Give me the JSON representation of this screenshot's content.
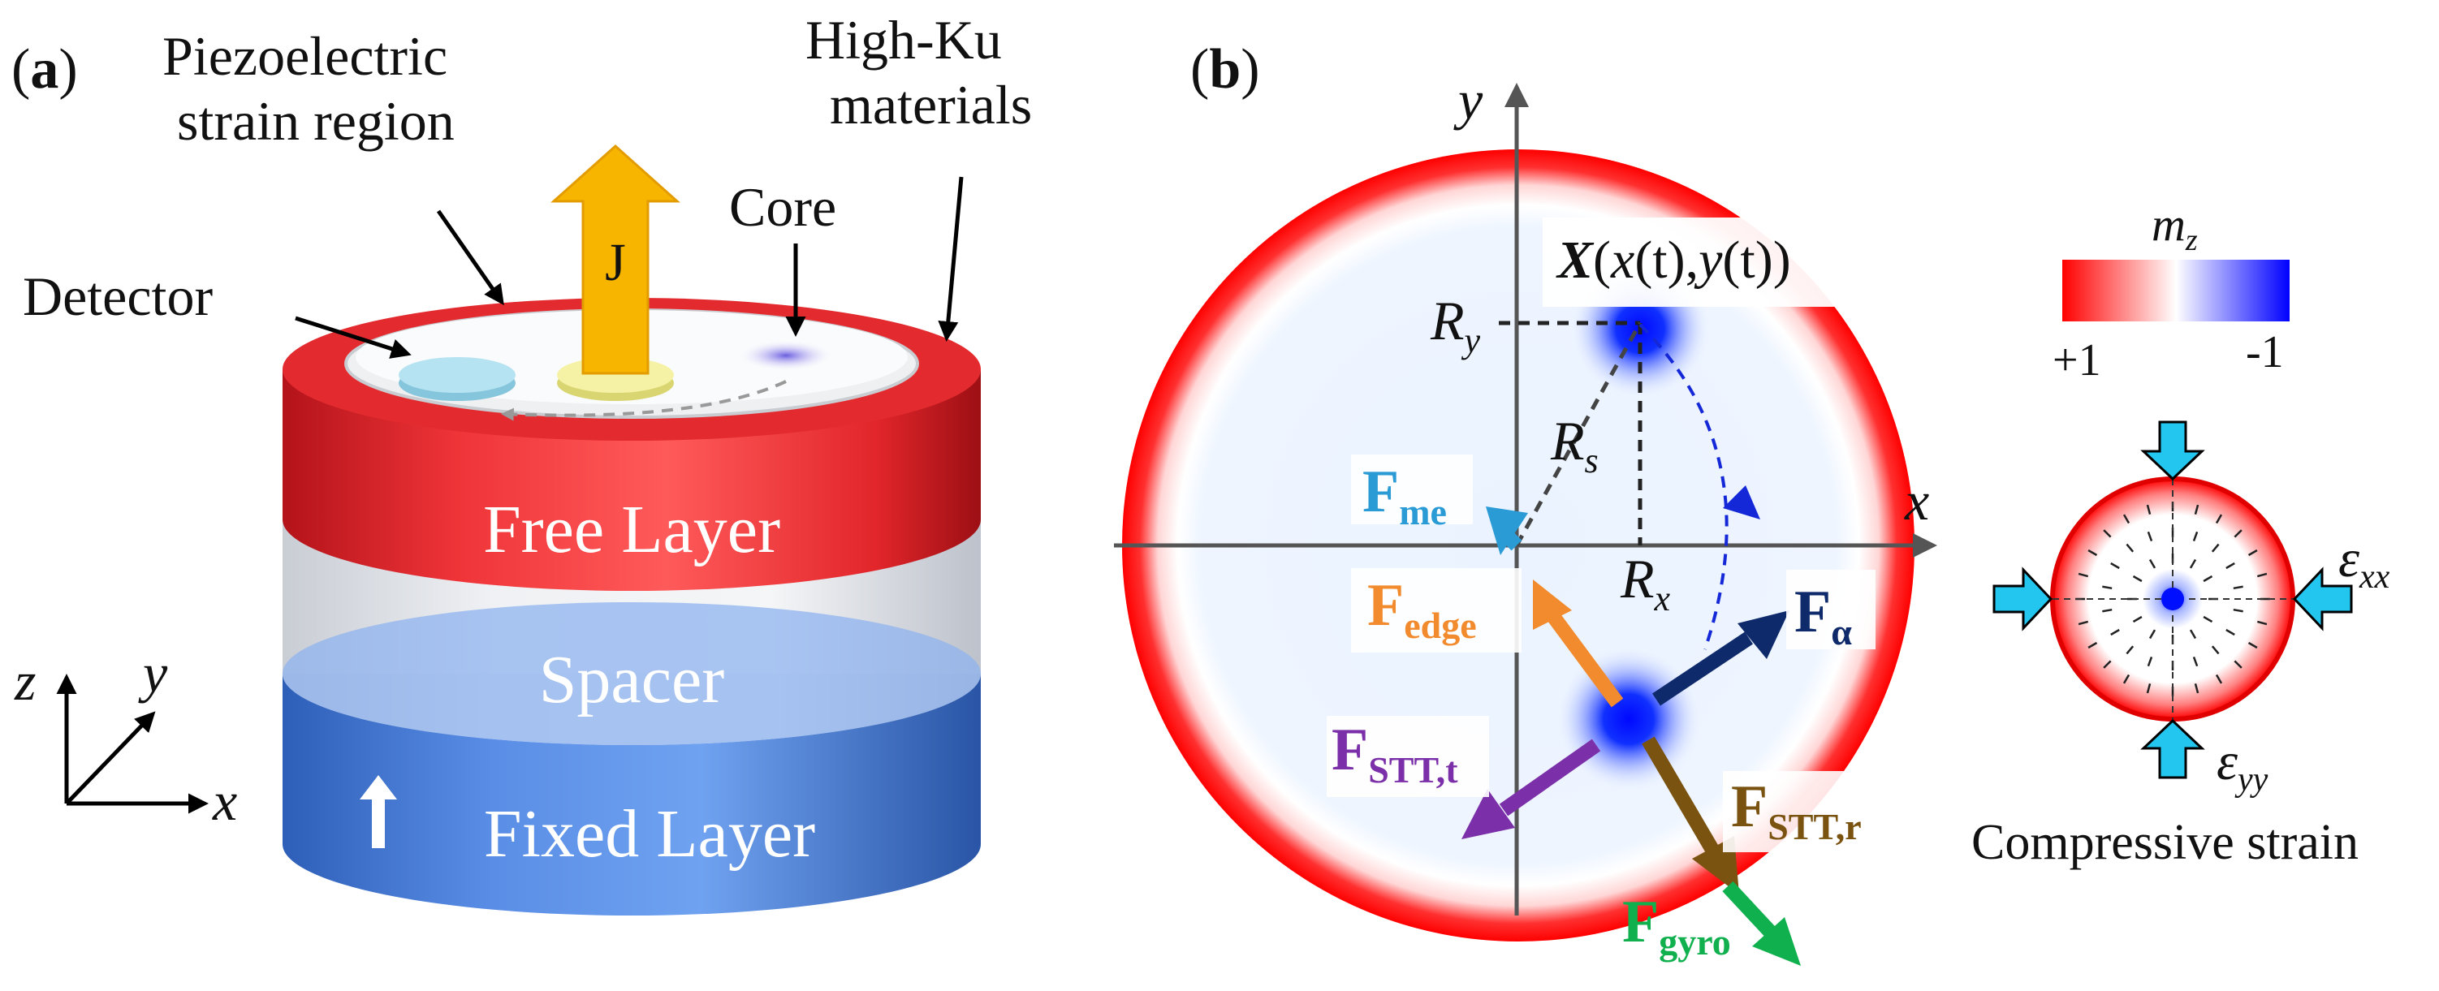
{
  "panel_a": {
    "label_prefix": "(",
    "label_letter": "a",
    "label_suffix": ")",
    "piezo_line1": "Piezoelectric",
    "piezo_line2": "strain region",
    "highku_line1": "High-Ku",
    "highku_line2": "materials",
    "core": "Core",
    "detector": "Detector",
    "current": "J",
    "free_layer": "Free Layer",
    "spacer": "Spacer",
    "fixed_layer": "Fixed Layer",
    "axis_z": "z",
    "axis_y": "y",
    "axis_x": "x",
    "colors": {
      "free_layer": "#e8262a",
      "spacer": "#d9dde3",
      "fixed_layer": "#3f78d6",
      "current_arrow": "#f7b500",
      "detector": "#a8dcee",
      "yellow_disk": "#f2ef9c",
      "core": "#8a84e6"
    }
  },
  "panel_b": {
    "label_prefix": "(",
    "label_letter": "b",
    "label_suffix": ")",
    "axis_x": "x",
    "axis_y": "y",
    "X_symbol": "X",
    "X_args_open": "(",
    "X_args_x": "x",
    "X_args_t1": "(t),",
    "X_args_y": "y",
    "X_args_t2": "(t))",
    "R_y": "R",
    "R_y_sub": "y",
    "R_s": "R",
    "R_s_sub": "s",
    "R_x": "R",
    "R_x_sub": "x",
    "forces": {
      "me": {
        "symbol": "F",
        "sub": "me",
        "color": "#2b9bd6"
      },
      "edge": {
        "symbol": "F",
        "sub": "edge",
        "color": "#f28a2e"
      },
      "alpha": {
        "symbol": "F",
        "sub": "α",
        "color": "#0e2a6b"
      },
      "stt_t": {
        "symbol": "F",
        "sub": "STT,t",
        "color": "#7b2fa8"
      },
      "stt_r": {
        "symbol": "F",
        "sub": "STT,r",
        "color": "#7a5310"
      },
      "gyro": {
        "symbol": "F",
        "sub": "gyro",
        "color": "#10b04e"
      }
    }
  },
  "colorbar": {
    "title": "m",
    "title_sub": "z",
    "max_label": "+1",
    "min_label": "-1",
    "colors": [
      "#ff0000",
      "#ffffff",
      "#0000ff"
    ]
  },
  "strain_inset": {
    "eps_xx": "ε",
    "eps_xx_sub": "xx",
    "eps_yy": "ε",
    "eps_yy_sub": "yy",
    "caption": "Compressive strain",
    "arrow_color": "#22c6ee"
  }
}
